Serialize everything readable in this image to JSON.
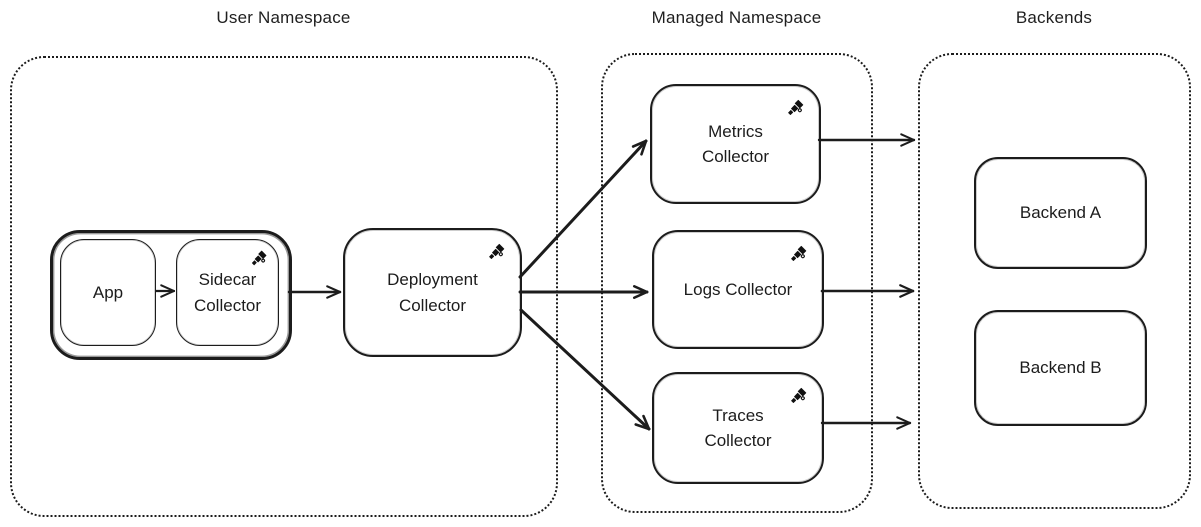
{
  "diagram": {
    "groups": [
      {
        "id": "user-namespace",
        "label": "User Namespace"
      },
      {
        "id": "managed-namespace",
        "label": "Managed Namespace"
      },
      {
        "id": "backends",
        "label": "Backends"
      }
    ],
    "nodes": {
      "app": {
        "label": "App"
      },
      "sidecar": {
        "label": "Sidecar Collector",
        "icon": "telescope-icon"
      },
      "deployment": {
        "label": "Deployment Collector",
        "icon": "telescope-icon"
      },
      "metrics": {
        "label": "Metrics Collector",
        "icon": "telescope-icon"
      },
      "logs": {
        "label": "Logs Collector",
        "icon": "telescope-icon"
      },
      "traces": {
        "label": "Traces Collector",
        "icon": "telescope-icon"
      },
      "backend_a": {
        "label": "Backend A"
      },
      "backend_b": {
        "label": "Backend B"
      }
    },
    "edges": [
      {
        "from": "app",
        "to": "sidecar"
      },
      {
        "from": "sidecar",
        "to": "deployment"
      },
      {
        "from": "deployment",
        "to": "metrics"
      },
      {
        "from": "deployment",
        "to": "logs"
      },
      {
        "from": "deployment",
        "to": "traces"
      },
      {
        "from": "metrics",
        "to": "backends"
      },
      {
        "from": "logs",
        "to": "backends"
      },
      {
        "from": "traces",
        "to": "backends"
      }
    ],
    "colors": {
      "stroke": "#1c1c1c",
      "background": "#ffffff"
    }
  }
}
